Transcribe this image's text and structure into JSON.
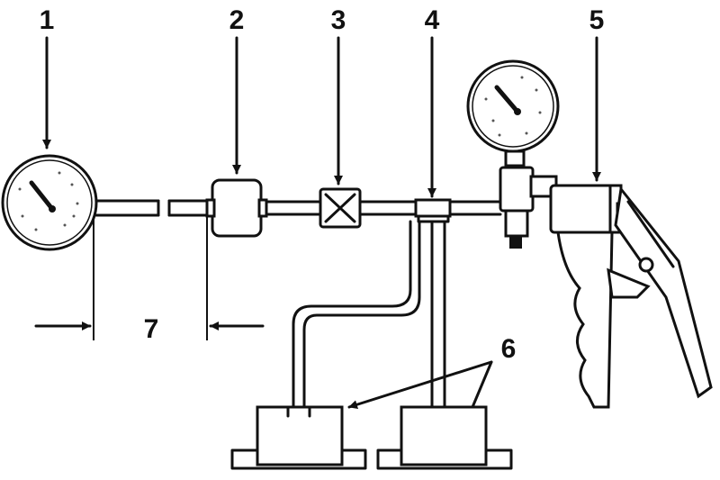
{
  "labels": {
    "gauge_left": "1",
    "filter": "2",
    "valve": "3",
    "tee": "4",
    "pump": "5",
    "containers": "6",
    "length": "7"
  },
  "colors": {
    "ink": "#111111",
    "paper": "#ffffff"
  }
}
